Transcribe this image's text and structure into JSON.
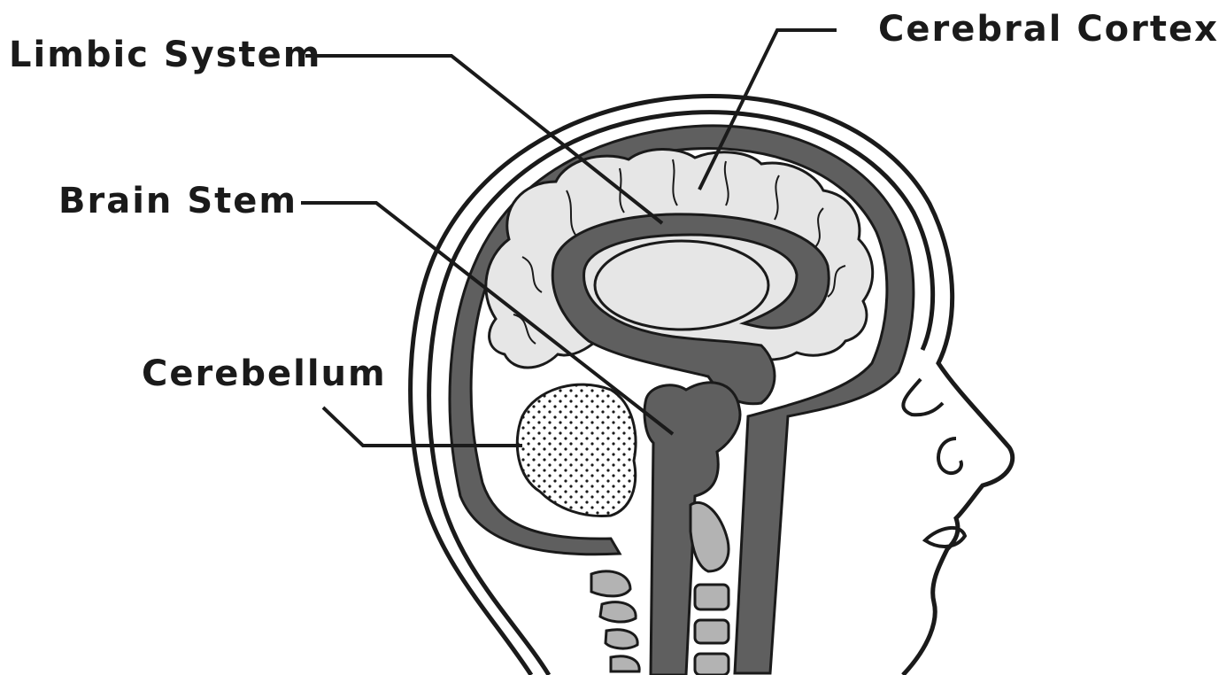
{
  "labels": {
    "limbic_system": "Limbic System",
    "cerebral_cortex": "Cerebral Cortex",
    "brain_stem": "Brain Stem",
    "cerebellum": "Cerebellum"
  },
  "colors": {
    "outline": "#1a1a1a",
    "dark_tissue": "#5f5f5f",
    "light_tissue": "#e6e6e6",
    "vertebra": "#b3b3b3",
    "background": "#ffffff"
  }
}
